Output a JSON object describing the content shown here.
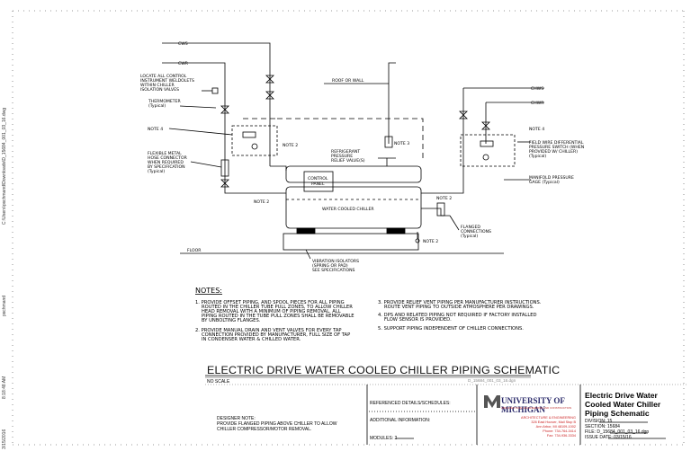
{
  "sidebar": {
    "path": "C:\\Users\\pschmand\\Downloads\\D_15684_001_03_16.dwg",
    "user": "pschmand",
    "time": "8:18:48 AM",
    "date": "3/15/2016"
  },
  "labels": {
    "cws": "CWS",
    "cwr": "CWR",
    "chws": "CHWS",
    "chwr": "CHWR",
    "locate_1": "LOCATE ALL CONTROL",
    "locate_2": "INSTRUMENT WELDOLETS",
    "locate_3": "WITHIN CHILLER",
    "locate_4": "ISOLATION VALVES",
    "thermo_1": "THERMOMETER",
    "thermo_2": "(Typical)",
    "roof": "ROOF OR WALL",
    "note4_left": "NOTE 4",
    "note4_right": "NOTE 4",
    "note2_a": "NOTE 2",
    "note2_b": "NOTE 2",
    "note2_c": "NOTE 2",
    "note2_d": "NOTE 2",
    "note3": "NOTE 3",
    "refrig_1": "REFRIGERANT",
    "refrig_2": "PRESSURE",
    "refrig_3": "RELIEF VALVE(S)",
    "flex_1": "FLEXIBLE METAL",
    "flex_2": "HOSE CONNECTOR",
    "flex_3": "WHEN REQUIRED",
    "flex_4": "BY SPECIFICATION",
    "flex_5": "(Typical)",
    "panel_1": "CONTROL",
    "panel_2": "PANEL",
    "chiller": "WATER COOLED CHILLER",
    "field_1": "FIELD WIRE DIFFERENTIAL",
    "field_2": "PRESSURE SWITCH (WHEN",
    "field_3": "PROVIDED W/ CHILLER)",
    "field_4": "(Typical)",
    "manifold_1": "MANIFOLD PRESSURE",
    "manifold_2": "GAGE (Typical)",
    "flanged_1": "FLANGED",
    "flanged_2": "CONNECTIONS",
    "flanged_3": "(Typical)",
    "floor": "FLOOR",
    "vib_1": "VIBRATION ISOLATORS",
    "vib_2": "(SPRING OR PAD)",
    "vib_3": "SEE SPECIFICATIONS"
  },
  "notes": {
    "heading": "NOTES:",
    "n1_1": "1. PROVIDE OFFSET PIPING, AND SPOOL PIECES FOR ALL PIPING",
    "n1_2": "ROUTED IN THE CHILLER TUBE PULL ZONES, TO ALLOW CHILLER",
    "n1_3": "HEAD REMOVAL WITH A MINIMUM OF PIPING REMOVAL. ALL",
    "n1_4": "PIPING ROUTED IN THE TUBE PULL ZONES SHALL BE REMOVABLE",
    "n1_5": "BY UNBOLTING FLANGES.",
    "n2_1": "2. PROVIDE MANUAL DRAIN AND VENT VALVES FOR EVERY TAP",
    "n2_2": "CONNECTION PROVIDED BY MANUFACTURER, FULL SIZE OF TAP",
    "n2_3": "IN CONDENSER WATER & CHILLED WATER.",
    "n3_1": "3. PROVIDE RELIEF VENT PIPING PER MANUFACTURER INSTRUCTIONS.",
    "n3_2": "ROUTE VENT PIPING TO OUTSIDE ATMOSPHERE PER DRAWINGS.",
    "n4_1": "4. DPS AND RELATED PIPING NOT REQUIRED IF FACTORY INSTALLED",
    "n4_2": "FLOW SENSOR IS PROVIDED.",
    "n5_1": "5. SUPPORT PIPING INDEPENDENT OF CHILLER CONNECTIONS."
  },
  "title_block": {
    "title": "ELECTRIC DRIVE WATER COOLED CHILLER PIPING SCHEMATIC",
    "no_scale": "NO SCALE",
    "dwg_ref": "D_15684_001_03_16.dgn",
    "referenced": "REFERENCED DETAILS/SCHEDULES:",
    "additional": "ADDITIONAL INFORMATION:",
    "modules": "MODULES: 2",
    "designer_1": "DESIGNER NOTE:",
    "designer_2": "PROVIDE FLANGED PIPING ABOVE CHILLER TO ALLOW",
    "designer_3": "CHILLER COMPRESSOR/MOTOR REMOVAL.",
    "um_logo": "UNIVERSITY OF MICHIGAN",
    "um_sub": "ARCHITECTURE, ENGINEERING AND CONSTRUCTION",
    "ae_1": "ARCHITECTURE & ENGINEERING",
    "ae_2": "326 East Hoover, Mail Stop B",
    "ae_3": "Ann Arbor, MI 48109-1002",
    "ae_4": "Phone: 734-764-3414",
    "ae_5": "Fax: 734-936-3334",
    "rt_1": "Electric Drive Water",
    "rt_2": "Cooled Water Chiller",
    "rt_3": "Piping Schematic",
    "division": "DIVISION:   15",
    "section": "SECTION:    15684",
    "file": "FILE:       D_15684_001_03_16.dgn",
    "issue": "ISSUE DATE: 03/15/16"
  }
}
